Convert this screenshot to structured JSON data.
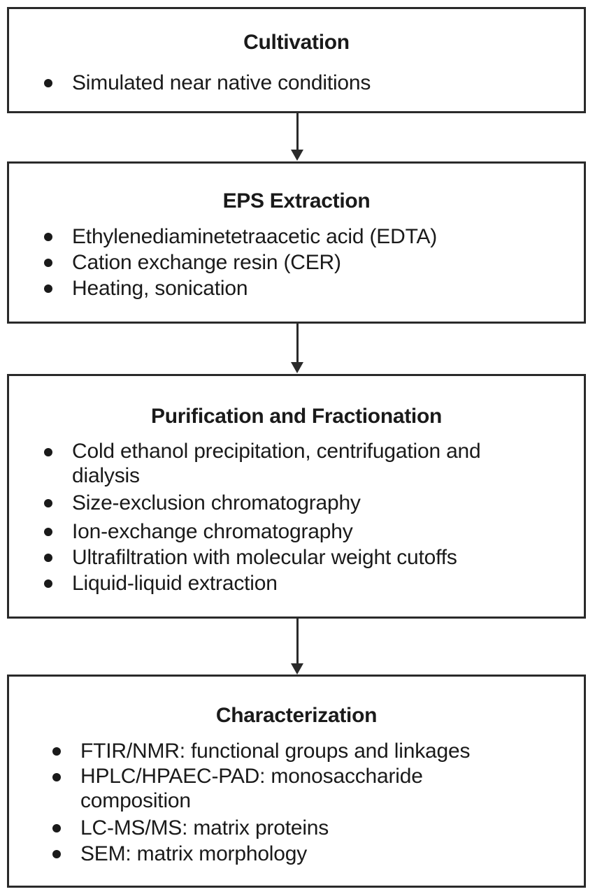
{
  "steps": [
    {
      "title": "Cultivation",
      "items": [
        "Simulated near native conditions"
      ]
    },
    {
      "title": "EPS Extraction",
      "items": [
        "Ethylenediaminetetraacetic acid (EDTA)",
        "Cation exchange resin (CER)",
        "Heating, sonication"
      ]
    },
    {
      "title": "Purification and Fractionation",
      "items": [
        "Cold ethanol precipitation, centrifugation and dialysis",
        "Size-exclusion chromatography",
        "Ion-exchange chromatography",
        "Ultrafiltration with molecular weight cutoffs",
        "Liquid-liquid extraction"
      ]
    },
    {
      "title": "Characterization",
      "items": [
        "FTIR/NMR: functional groups and linkages",
        "HPLC/HPAEC-PAD: monosaccharide composition",
        "LC-MS/MS: matrix proteins",
        "SEM: matrix morphology"
      ]
    }
  ]
}
